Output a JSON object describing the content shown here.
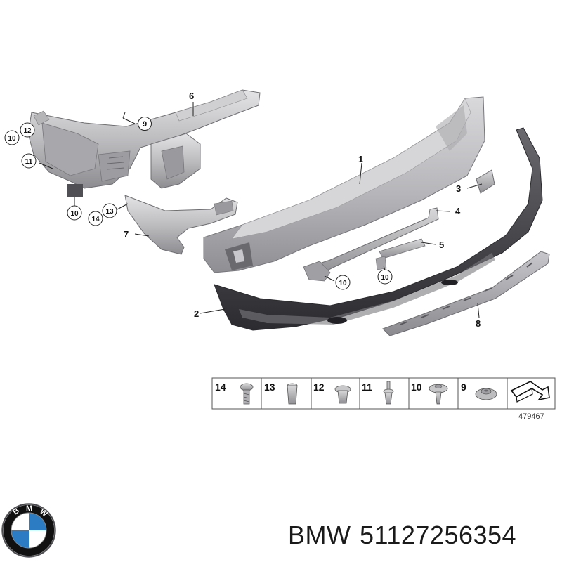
{
  "diagram": {
    "callouts": {
      "c1": "1",
      "c2": "2",
      "c3": "3",
      "c4": "4",
      "c5": "5",
      "c6": "6",
      "c7": "7",
      "c8": "8",
      "c9": "9",
      "c10a": "10",
      "c10b": "10",
      "c10c": "10",
      "c10d": "10",
      "c11": "11",
      "c12": "12",
      "c13": "13",
      "c14": "14"
    },
    "legend": {
      "cells": [
        "14",
        "13",
        "12",
        "11",
        "10",
        "9"
      ],
      "diagram_number": "479467"
    }
  },
  "brand": {
    "logo_letters": [
      "B",
      "M",
      "W"
    ],
    "name": "BMW",
    "part_number": "51127256354",
    "colors": {
      "logo_blue": "#2b7cc2",
      "logo_ring": "#111111"
    }
  }
}
